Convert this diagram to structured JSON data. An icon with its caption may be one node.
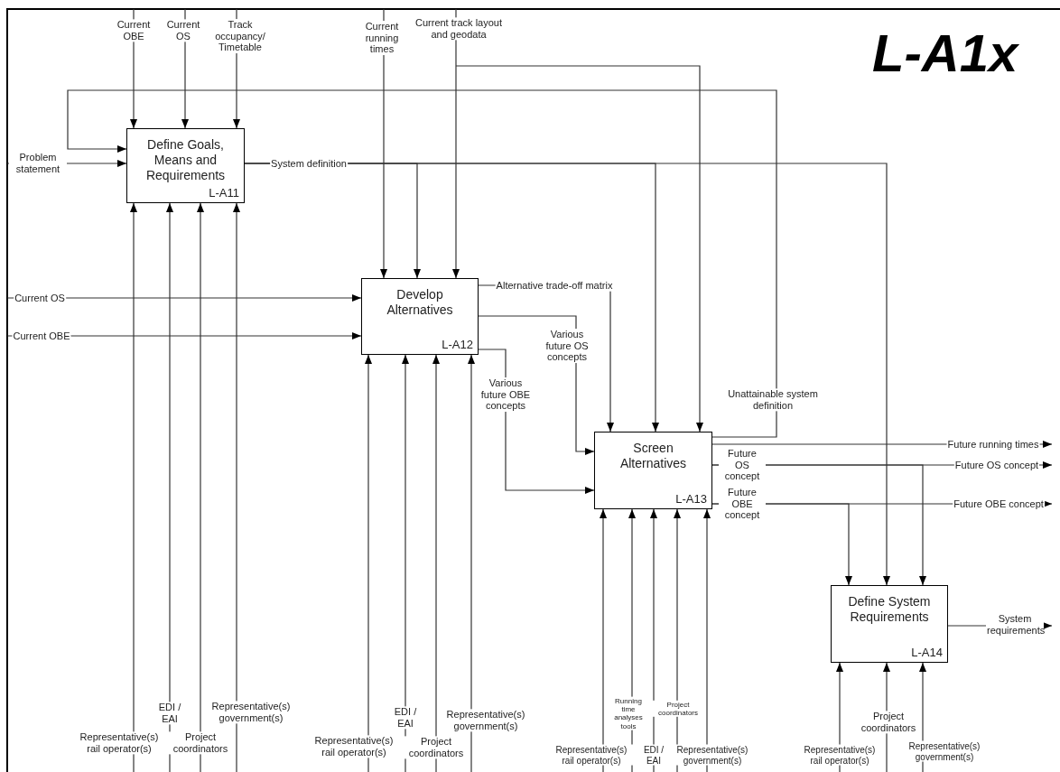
{
  "diagram": {
    "title": "L-A1x",
    "nodes": [
      {
        "text": [
          "Define Goals, Means and Requirements",
          "L-A11"
        ]
      },
      {
        "text": [
          "Develop Alternatives",
          "L-A12"
        ]
      },
      {
        "text": [
          "Screen Alternatives",
          "L-A13"
        ]
      },
      {
        "text": [
          "Define System Requirements",
          "L-A14"
        ]
      }
    ],
    "edges": [
      {
        "from": null,
        "to": 0,
        "arrow": "to",
        "label": "Current OBE"
      },
      {
        "from": null,
        "to": 0,
        "arrow": "to",
        "label": "Current OS"
      },
      {
        "from": null,
        "to": 0,
        "arrow": "to",
        "label": "Track occupancy/ Timetable"
      },
      {
        "from": null,
        "to": 0,
        "arrow": "to",
        "label": "Problem statement"
      },
      {
        "from": 2,
        "to": 0,
        "arrow": "to",
        "label": "Unattainable system definition"
      },
      {
        "from": 0,
        "to": 1,
        "arrow": "to",
        "label": "System definition"
      },
      {
        "from": 0,
        "to": 2,
        "arrow": "to"
      },
      {
        "from": 0,
        "to": 3,
        "arrow": "to"
      },
      {
        "from": null,
        "to": 1,
        "arrow": "to",
        "label": "Current running times"
      },
      {
        "from": null,
        "to": 1,
        "arrow": "to",
        "label": "Current track layout and geodata"
      },
      {
        "from": null,
        "to": 2,
        "arrow": "to"
      },
      {
        "from": null,
        "to": 1,
        "arrow": "to",
        "label": "Current OS"
      },
      {
        "from": null,
        "to": 1,
        "arrow": "to",
        "label": "Current OBE"
      },
      {
        "from": 1,
        "to": 2,
        "arrow": "to",
        "label": "Alternative trade-off matrix"
      },
      {
        "from": 1,
        "to": 2,
        "arrow": "to",
        "label": "Various future OS concepts"
      },
      {
        "from": 1,
        "to": 2,
        "arrow": "to",
        "label": "Various future OBE concepts"
      },
      {
        "from": 2,
        "to": null,
        "arrow": "to",
        "label": "Future running times"
      },
      {
        "from": 2,
        "to": null,
        "arrow": "to",
        "label": "Future OS concept"
      },
      {
        "from": 2,
        "to": 3,
        "arrow": "to",
        "label": "Future OS concept"
      },
      {
        "from": 2,
        "to": null,
        "arrow": "to",
        "label": "Future OBE concept"
      },
      {
        "from": 2,
        "to": 3,
        "arrow": "to",
        "label": "Future OBE concept"
      },
      {
        "from": 3,
        "to": null,
        "arrow": "to",
        "label": "System requirements"
      },
      {
        "from": null,
        "to": 0,
        "arrow": "to",
        "label": "Representative(s) rail operator(s)"
      },
      {
        "from": null,
        "to": 0,
        "arrow": "to",
        "label": "EDI / EAI"
      },
      {
        "from": null,
        "to": 0,
        "arrow": "to",
        "label": "Project coordinators"
      },
      {
        "from": null,
        "to": 0,
        "arrow": "to",
        "label": "Representative(s) government(s)"
      },
      {
        "from": null,
        "to": 1,
        "arrow": "to",
        "label": "Representative(s) rail operator(s)"
      },
      {
        "from": null,
        "to": 1,
        "arrow": "to",
        "label": "EDI / EAI"
      },
      {
        "from": null,
        "to": 1,
        "arrow": "to",
        "label": "Project coordinators"
      },
      {
        "from": null,
        "to": 1,
        "arrow": "to",
        "label": "Representative(s) government(s)"
      },
      {
        "from": null,
        "to": 2,
        "arrow": "to",
        "label": "Representative(s) rail operator(s)"
      },
      {
        "from": null,
        "to": 2,
        "arrow": "to",
        "label": "Running time analyses tools"
      },
      {
        "from": null,
        "to": 2,
        "arrow": "to",
        "label": "EDI / EAI"
      },
      {
        "from": null,
        "to": 2,
        "arrow": "to",
        "label": "Project coordinators"
      },
      {
        "from": null,
        "to": 2,
        "arrow": "to",
        "label": "Representative(s) government(s)"
      },
      {
        "from": null,
        "to": 3,
        "arrow": "to",
        "label": "Representative(s) rail operator(s)"
      },
      {
        "from": null,
        "to": 3,
        "arrow": "to",
        "label": "Project coordinators"
      },
      {
        "from": null,
        "to": 3,
        "arrow": "to",
        "label": "Representative(s) government(s)"
      }
    ]
  }
}
